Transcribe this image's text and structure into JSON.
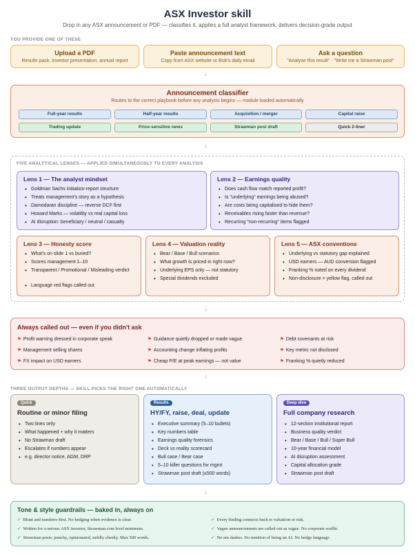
{
  "header": {
    "title": "ASX Investor skill",
    "subtitle": "Drop in any ASX announcement or PDF — classifies it, applies a full analyst framework, delivers decision-grade output"
  },
  "inputs": {
    "section_label": "YOU PROVIDE ONE OF THESE",
    "items": [
      {
        "title": "Upload a PDF",
        "desc": "Results pack, investor presentation, annual report"
      },
      {
        "title": "Paste announcement text",
        "desc": "Copy from ASX website or Bob's daily email"
      },
      {
        "title": "Ask a question",
        "desc": "\"Analyse this result\" · \"Write me a Strawman post\""
      }
    ]
  },
  "classifier": {
    "title": "Announcement classifier",
    "desc": "Routes to the correct playbook before any analysis begins — module loaded automatically",
    "chips": [
      {
        "label": "Full-year results",
        "color": "blue"
      },
      {
        "label": "Half-year results",
        "color": "blue"
      },
      {
        "label": "Acquisition / merger",
        "color": "blue"
      },
      {
        "label": "Capital raise",
        "color": "blue"
      },
      {
        "label": "Trading update",
        "color": "green"
      },
      {
        "label": "Price-sensitive news",
        "color": "green"
      },
      {
        "label": "Strawman post draft",
        "color": "green"
      },
      {
        "label": "Quick 2-liner",
        "color": "gray"
      }
    ]
  },
  "lenses": {
    "section_label": "FIVE ANALYTICAL LENSES — APPLIED SIMULTANEOUSLY TO EVERY ANALYSIS",
    "items": [
      {
        "title": "Lens 1 — The analyst mindset",
        "bullets": [
          "Goldman Sachs initiation-report structure",
          "Treats management's story as a hypothesis",
          "Damodaran discipline — reverse DCF first",
          "Howard Marks — volatility vs real capital loss",
          "AI disruption: beneficiary / neutral / casualty"
        ]
      },
      {
        "title": "Lens 2 — Earnings quality",
        "bullets": [
          "Does cash flow match reported profit?",
          "Is \"underlying\" earnings being abused?",
          "Are costs being capitalised to hide them?",
          "Receivables rising faster than revenue?",
          "Recurring \"non-recurring\" items flagged"
        ]
      },
      {
        "title": "Lens 3 — Honesty score",
        "bullets": [
          "What's on slide 1 vs buried?",
          "Scores management 1–10",
          "Transparent / Promotional / Misleading verdict",
          "Language red flags called out"
        ]
      },
      {
        "title": "Lens 4 — Valuation reality",
        "bullets": [
          "Bear / Base / Bull scenarios",
          "What growth is priced in right now?",
          "Underlying EPS only — not statutory",
          "Special dividends excluded"
        ]
      },
      {
        "title": "Lens 5 — ASX conventions",
        "bullets": [
          "Underlying vs statutory gap explained",
          "USD earners — AUD conversion flagged",
          "Franking % noted on every dividend",
          "Non-disclosure = yellow flag, called out"
        ]
      }
    ]
  },
  "callout": {
    "title": "Always called out — even if you didn't ask",
    "flags": [
      "Profit warning dressed in corporate speak",
      "Guidance quietly dropped or made vague",
      "Debt covenants at risk",
      "Management selling shares",
      "Accounting change inflating profits",
      "Key metric not disclosed",
      "FX impact on USD earners",
      "Cheap P/E at peak earnings — not value",
      "Franking % quietly reduced"
    ]
  },
  "depths": {
    "section_label": "THREE OUTPUT DEPTHS — SKILL PICKS THE RIGHT ONE AUTOMATICALLY",
    "items": [
      {
        "pill": "Quick",
        "title": "Routine or minor filing",
        "bullets": [
          "Two lines only",
          "What happened + why it matters",
          "No Strawman draft",
          "Escalates if numbers appear",
          "e.g. director notice, AGM, DRP"
        ]
      },
      {
        "pill": "Results",
        "title": "HY/FY, raise, deal, update",
        "bullets": [
          "Executive summary (5–10 bullets)",
          "Key numbers table",
          "Earnings quality forensics",
          "Deck vs reality scorecard",
          "Bull case / Bear case",
          "5–10 killer questions for mgmt",
          "Strawman post draft (≤500 words)"
        ]
      },
      {
        "pill": "Deep dive",
        "title": "Full company research",
        "bullets": [
          "12-section institutional report",
          "Business quality verdict",
          "Bear / Base / Bull / Super Bull",
          "10-year financial model",
          "AI disruption assessment",
          "Capital allocation grade",
          "Strawman post draft"
        ]
      }
    ]
  },
  "guardrails": {
    "title": "Tone & style guardrails — baked in, always on",
    "items": [
      "Blunt and numbers-first. No hedging when evidence is clear.",
      "Every finding connects back to valuation or risk.",
      "Written for a serious ASX investor, Strawman.com level minimum.",
      "Vague announcements are called out as vague. No corporate waffle.",
      "Strawman posts: punchy, opinionated, mildly cheeky. Max 500 words.",
      "No em dashes. No mention of being an AI. No hedge language."
    ]
  },
  "icons": {
    "arrow": "down-arrow-icon",
    "flag": "flag-icon",
    "check": "check-icon"
  },
  "colors": {
    "accent_orange": "#e08c68",
    "accent_purple": "#9a90d9",
    "accent_blue": "#86a9d4",
    "accent_green": "#7fbf93",
    "alert_red": "#d9878a"
  }
}
